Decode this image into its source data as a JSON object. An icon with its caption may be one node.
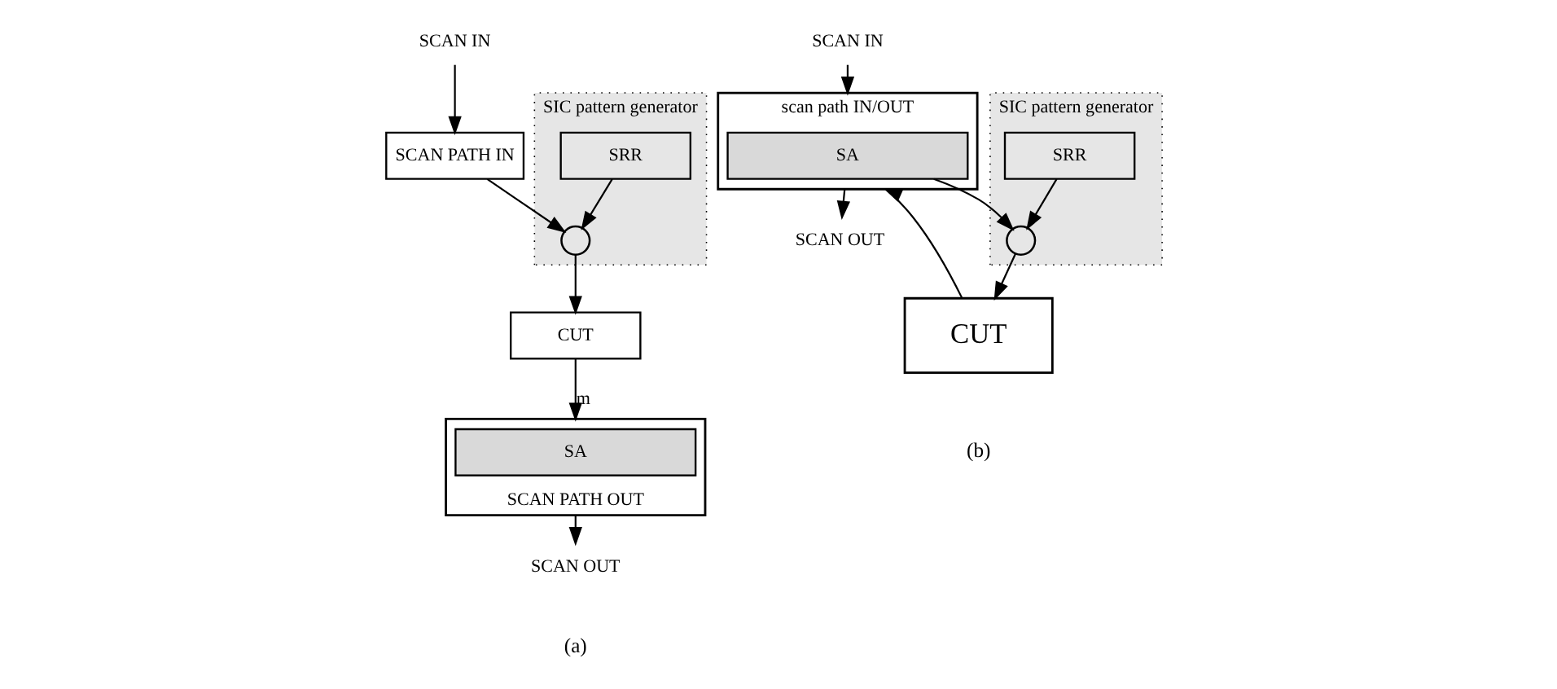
{
  "diagram": {
    "nodes": [
      {
        "text": [
          "SCAN IN"
        ]
      },
      {
        "text": [
          "SCAN PATH IN"
        ]
      },
      {
        "text": [
          "SIC pattern generator"
        ]
      },
      {
        "text": [
          "SRR"
        ],
        "in": 2
      },
      {
        "text": [],
        "shape": "circle",
        "in": 2
      },
      {
        "text": [
          "CUT"
        ]
      },
      {
        "text": [
          "SCAN PATH OUT"
        ]
      },
      {
        "text": [
          "SA"
        ],
        "in": 6
      },
      {
        "text": [
          "SCAN OUT"
        ]
      },
      {
        "text": [
          "SCAN IN"
        ]
      },
      {
        "text": [
          "scan path IN/OUT"
        ]
      },
      {
        "text": [
          "SA"
        ],
        "in": 10
      },
      {
        "text": [
          "SIC pattern generator"
        ]
      },
      {
        "text": [
          "SRR"
        ],
        "in": 12
      },
      {
        "text": [],
        "shape": "circle",
        "in": 12
      },
      {
        "text": [
          "CUT"
        ]
      },
      {
        "text": [
          "SCAN OUT"
        ]
      }
    ],
    "edges": [
      {
        "from": 0,
        "to": 1,
        "arrow": "to"
      },
      {
        "from": 1,
        "to": 4,
        "arrow": "to"
      },
      {
        "from": 3,
        "to": 4,
        "arrow": "to"
      },
      {
        "from": 4,
        "to": 5,
        "arrow": "to"
      },
      {
        "from": 5,
        "to": 6,
        "arrow": "to",
        "label": "m"
      },
      {
        "from": 6,
        "to": 8,
        "arrow": "to"
      },
      {
        "from": 9,
        "to": 10,
        "arrow": "to"
      },
      {
        "from": 11,
        "to": 14,
        "arrow": "to"
      },
      {
        "from": 13,
        "to": 14,
        "arrow": "to"
      },
      {
        "from": 14,
        "to": 15,
        "arrow": "to"
      },
      {
        "from": 15,
        "to": 10,
        "arrow": "to"
      },
      {
        "from": 10,
        "to": 16,
        "arrow": "to"
      }
    ],
    "labels": [
      "(a)",
      "(b)"
    ]
  }
}
